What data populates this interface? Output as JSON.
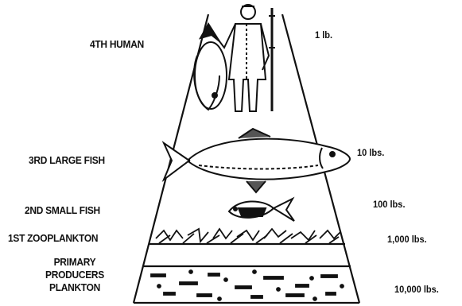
{
  "levels": [
    {
      "label": "4TH HUMAN",
      "weight": "1 lb."
    },
    {
      "label": "3RD LARGE FISH",
      "weight": "10 lbs."
    },
    {
      "label": "2ND SMALL FISH",
      "weight": "100 lbs."
    },
    {
      "label": "1ST ZOOPLANKTON",
      "weight": "1,000 lbs."
    },
    {
      "label_lines": [
        "PRIMARY",
        "PRODUCERS",
        "PLANKTON"
      ],
      "weight": "10,000 lbs."
    }
  ],
  "icons": [
    "human-fisherman-icon",
    "large-fish-icon",
    "small-fish-icon",
    "zooplankton-icon",
    "phytoplankton-icon"
  ]
}
